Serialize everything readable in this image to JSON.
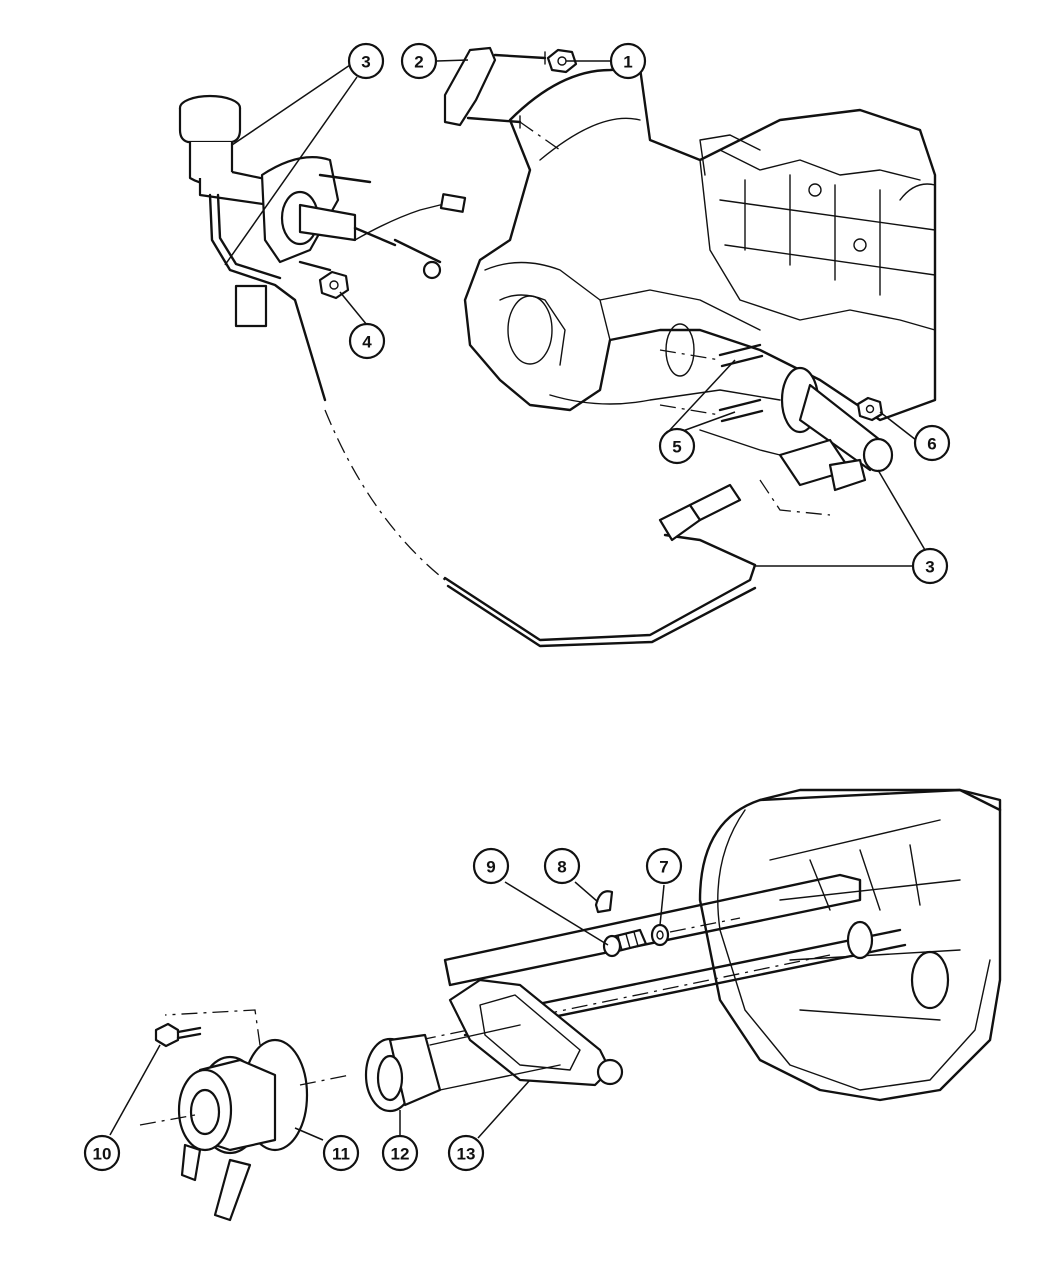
{
  "callouts": {
    "c1": "1",
    "c2": "2",
    "c3a": "3",
    "c3b": "3",
    "c3c": "3",
    "c4": "4",
    "c5": "5",
    "c6": "6",
    "c7": "7",
    "c8": "8",
    "c9": "9",
    "c10": "10",
    "c11": "11",
    "c12": "12",
    "c13": "13"
  }
}
